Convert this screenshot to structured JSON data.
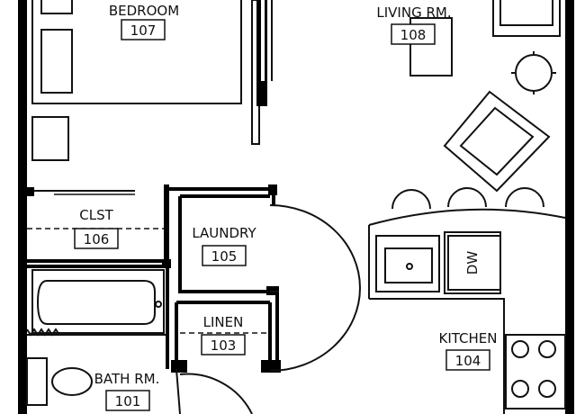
{
  "rooms": {
    "bedroom": {
      "name": "BEDROOM",
      "number": "107"
    },
    "living": {
      "name": "LIVING RM.",
      "number": "108"
    },
    "closet": {
      "name": "CLST",
      "number": "106"
    },
    "laundry": {
      "name": "LAUNDRY",
      "number": "105"
    },
    "linen": {
      "name": "LINEN",
      "number": "103"
    },
    "bath": {
      "name": "BATH RM.",
      "number": "101"
    },
    "kitchen": {
      "name": "KITCHEN",
      "number": "104"
    }
  },
  "fixtures": {
    "dishwasher": "DW"
  },
  "colors": {
    "wall": "#000000",
    "line": "#111111",
    "background": "#ffffff"
  }
}
